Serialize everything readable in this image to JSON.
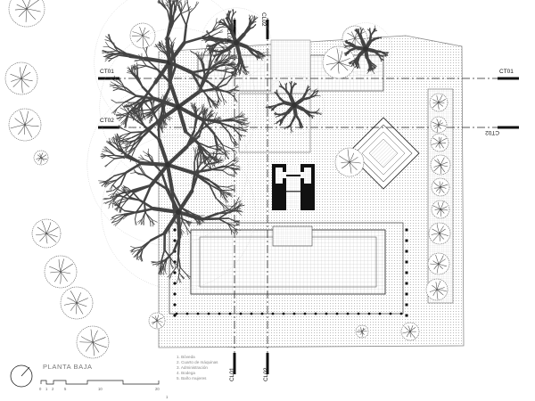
{
  "plan": {
    "title": "PLANTA BAJA",
    "section_labels": {
      "ct01_left": "CT01",
      "ct01_right": "CT01",
      "ct02_left": "CT02",
      "ct02_right": "CT02",
      "cl01_top": "CL01",
      "cl02_top": "CL02",
      "cl01_bottom": "CL01",
      "cl02_bottom": "CL02"
    },
    "legend": [
      "1. Bóveda",
      "2. Cuarto de máquinas",
      "3. Administración",
      "4. Bodega",
      "5. Baño mujeres"
    ],
    "scale_ticks": [
      "0",
      "1",
      "2",
      "5",
      "10",
      "20"
    ],
    "north_mark": "1"
  },
  "colors": {
    "ink": "#111111",
    "hatch": "#bdbdbd",
    "tree": "#555555",
    "paper": "#ffffff"
  },
  "icons": [
    "tree-icon",
    "section-cut-marker",
    "north-arrow-icon",
    "scale-bar"
  ]
}
